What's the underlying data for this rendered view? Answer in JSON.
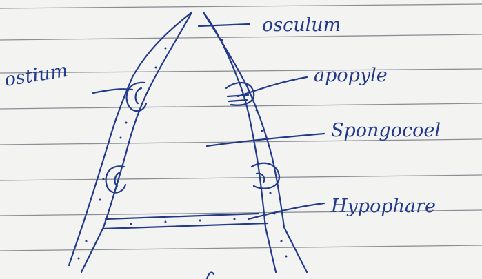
{
  "labels": {
    "osculum": "osculum",
    "ostium": "ostium",
    "apopyle": "apopyle",
    "spongocoel": "Spongocoel",
    "hypophare": "Hypophare"
  },
  "colors": {
    "ink": "#233a8a",
    "paper": "#f3f3f1",
    "rule": "#8c8e96"
  }
}
